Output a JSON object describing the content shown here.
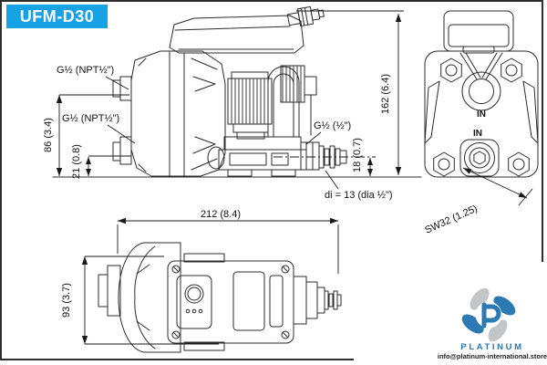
{
  "badge": {
    "model": "UFM-D30",
    "color": "#16a3e6"
  },
  "side_view": {
    "dim_port_height": "86 (3.4)",
    "dim_lower_port": "21 (0.8)",
    "dim_total_height": "162 (6.4)",
    "dim_outlet_height": "18 (0.7)",
    "label_port_top": "G½ (NPT½\")",
    "label_port_bottom": "G½ (NPT½\")",
    "label_outlet": "G½ (½\")",
    "label_inner_dia": "di = 13 (dia ½\")"
  },
  "front_view": {
    "label_in_top": "IN",
    "label_in_bottom": "IN",
    "dim_wrench": "SW32 (1.25)"
  },
  "bottom_view": {
    "dim_length": "212 (8.4)",
    "dim_width": "93 (3.7)"
  },
  "watermark": {
    "brand": "PLATINUM",
    "email": "info@platinum-international.store",
    "brand_color": "#2c79b4"
  },
  "colors": {
    "line": "#2b2b2b",
    "badge_blue": "#16a3e6",
    "brand_blue": "#2c79b4"
  }
}
